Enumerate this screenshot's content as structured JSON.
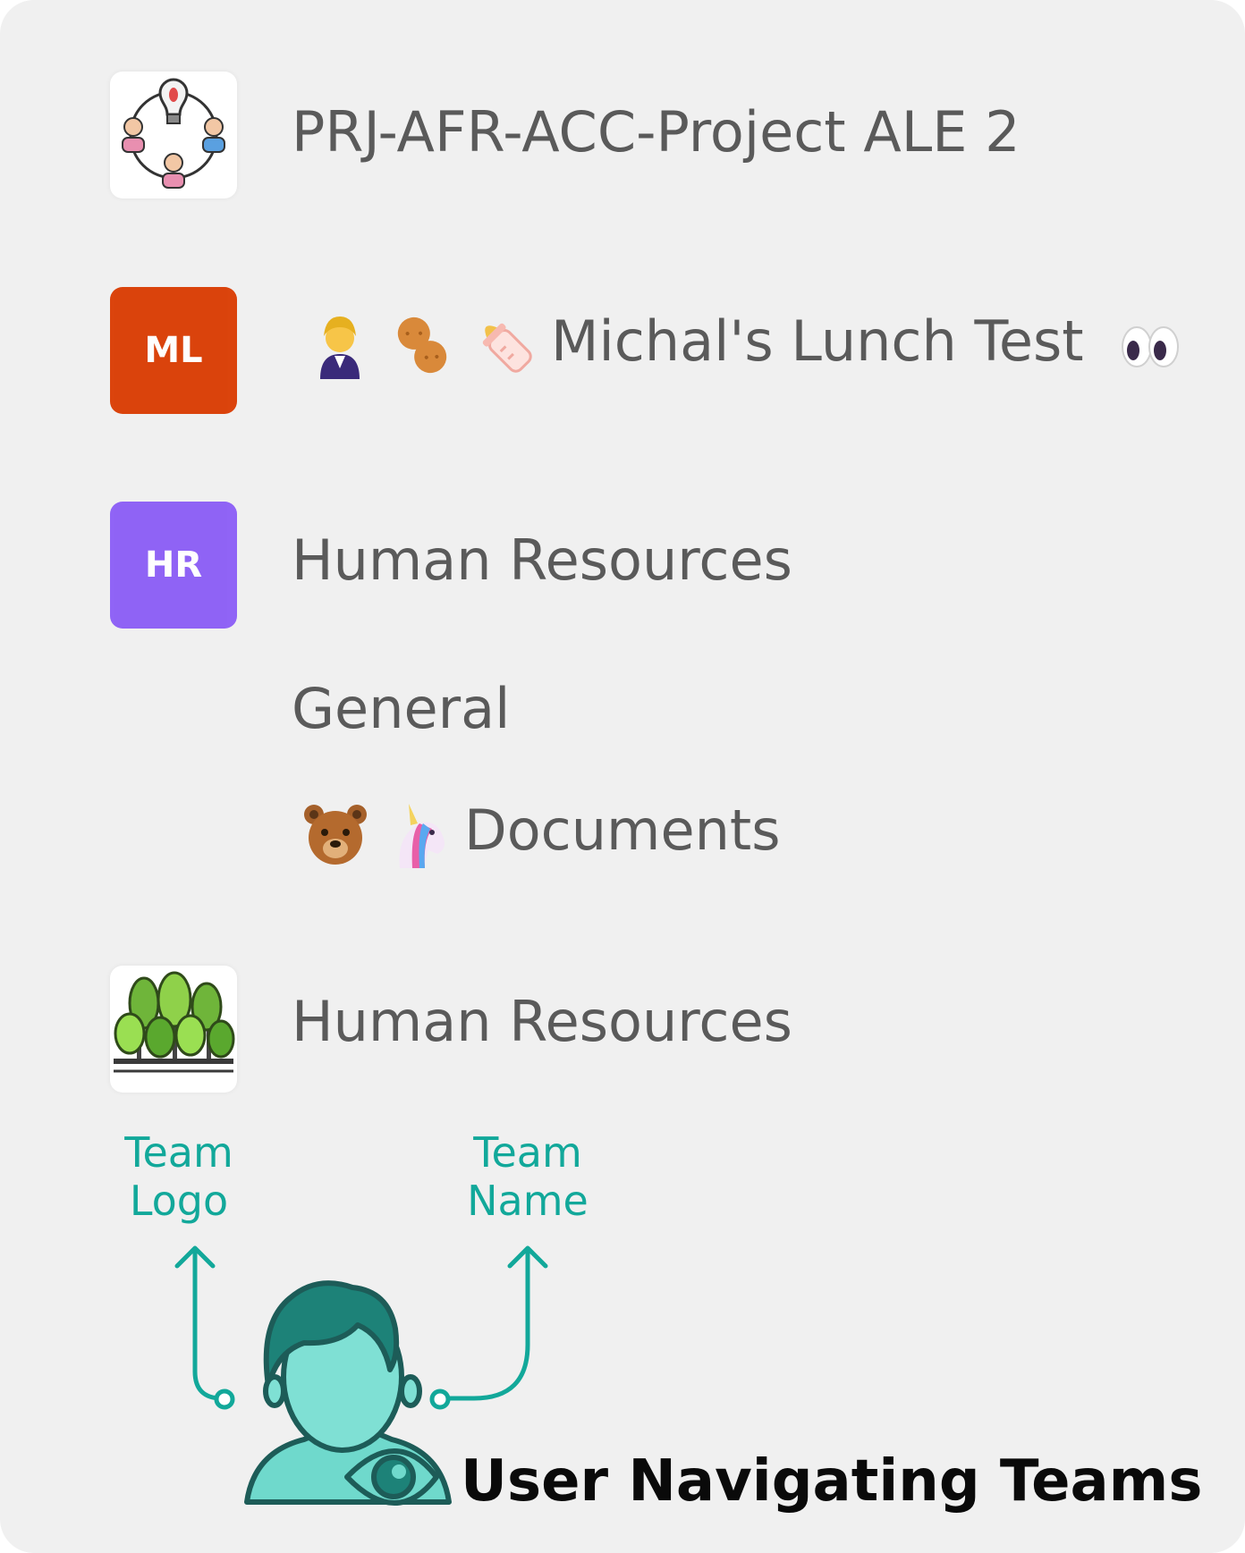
{
  "teams": [
    {
      "logo_type": "image",
      "logo_icon": "idea-people-network-icon",
      "name": "PRJ-AFR-ACC-Project ALE 2"
    },
    {
      "logo_type": "initials",
      "initials": "ML",
      "logo_color": "#d93a00",
      "name_prefix_emojis": [
        "woman-judge-emoji",
        "peanut-emoji",
        "baby-bottle-emoji"
      ],
      "name": "Michal's Lunch Test",
      "name_suffix_emoji": "eyes-emoji"
    },
    {
      "logo_type": "initials",
      "initials": "HR",
      "logo_color": "#8a5cf6",
      "name": "Human Resources",
      "channels": [
        {
          "name": "General"
        },
        {
          "prefix_emojis": [
            "bear-face-emoji",
            "unicorn-emoji"
          ],
          "name": "Documents"
        }
      ]
    },
    {
      "logo_type": "image",
      "logo_icon": "forest-trees-icon",
      "name": "Human Resources"
    }
  ],
  "annotations": {
    "team_logo_label": [
      "Team",
      "Logo"
    ],
    "team_name_label": [
      "Team",
      "Name"
    ],
    "caption": "User Navigating Teams",
    "accent_color": "#12a89a",
    "figure_icon": "user-with-eye-icon"
  }
}
